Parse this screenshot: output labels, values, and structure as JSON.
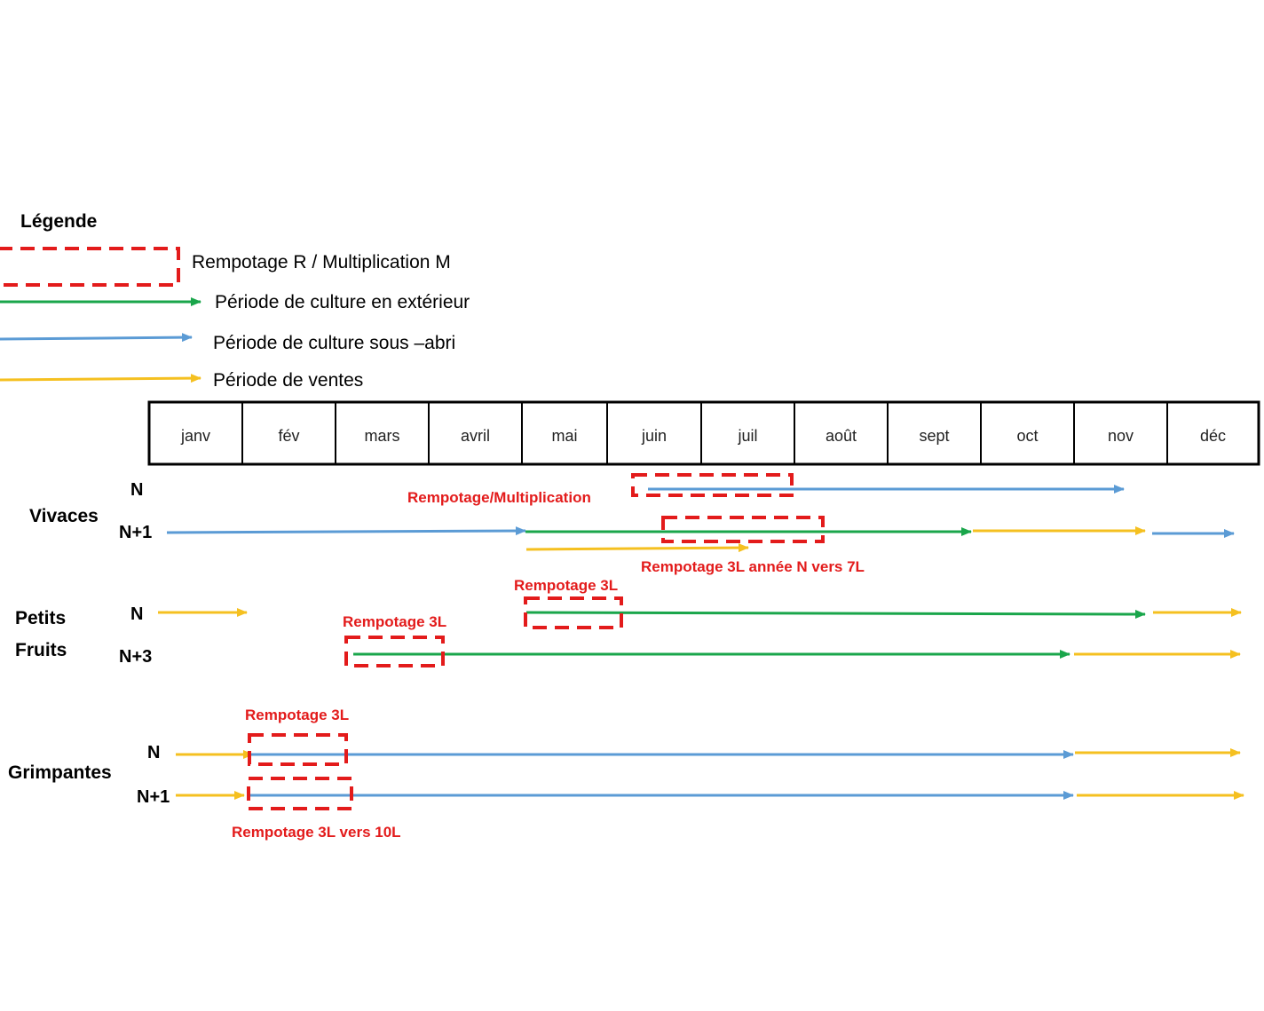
{
  "colors": {
    "outdoor": "#1aa64b",
    "shelter": "#5b9bd5",
    "sales": "#f5c020",
    "repot": "#e31b1b"
  },
  "legend": {
    "title": "Légende",
    "items": [
      {
        "key": "repot",
        "style": "dashed-box",
        "label": "Rempotage  R / Multiplication M"
      },
      {
        "key": "outdoor",
        "style": "arrow",
        "label": "Période de culture en extérieur"
      },
      {
        "key": "shelter",
        "style": "arrow",
        "label": "Période de culture sous –abri"
      },
      {
        "key": "sales",
        "style": "arrow",
        "label": "Période de ventes"
      }
    ]
  },
  "months": [
    "janv",
    "fév",
    "mars",
    "avril",
    "mai",
    "juin",
    "juil",
    "août",
    "sept",
    "oct",
    "nov",
    "déc"
  ],
  "groups": [
    {
      "label": "Vivaces"
    },
    {
      "label": "Petits"
    },
    {
      "label": "Fruits"
    },
    {
      "label": "Grimpantes"
    }
  ],
  "rows": [
    {
      "label": "N"
    },
    {
      "label": "N+1"
    },
    {
      "label": "N"
    },
    {
      "label": "N+3"
    },
    {
      "label": "N"
    },
    {
      "label": "N+1"
    }
  ],
  "annotations": [
    {
      "text": "Rempotage/Multiplication"
    },
    {
      "text": "Rempotage 3L année N vers 7L"
    },
    {
      "text": "Rempotage  3L"
    },
    {
      "text": "Rempotage  3L"
    },
    {
      "text": "Rempotage  3L"
    },
    {
      "text": "Rempotage  3L vers 10L"
    }
  ]
}
